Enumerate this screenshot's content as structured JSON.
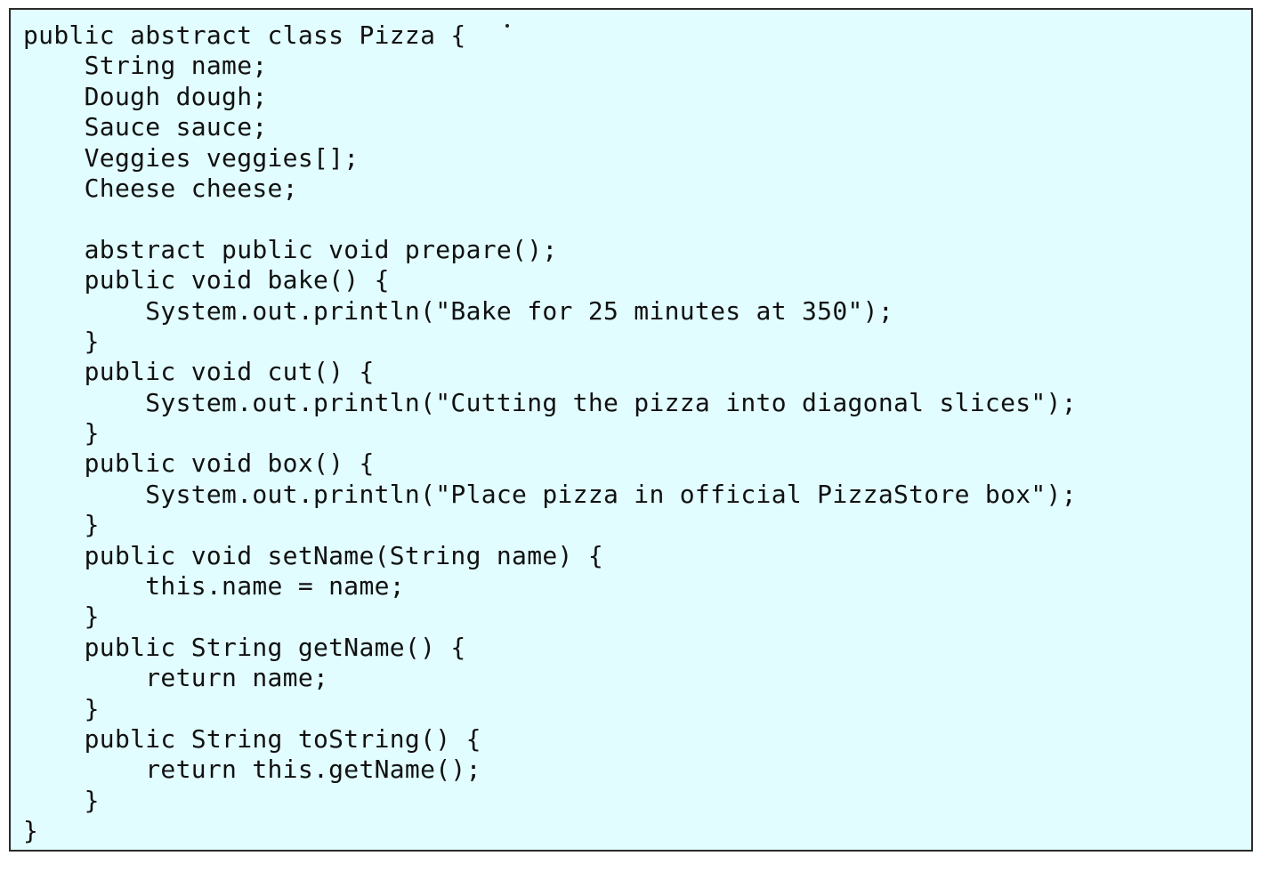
{
  "code": {
    "language": "java",
    "lines": [
      "public abstract class Pizza {",
      "    String name;",
      "    Dough dough;",
      "    Sauce sauce;",
      "    Veggies veggies[];",
      "    Cheese cheese;",
      "",
      "    abstract public void prepare();",
      "    public void bake() {",
      "        System.out.println(\"Bake for 25 minutes at 350\");",
      "    }",
      "    public void cut() {",
      "        System.out.println(\"Cutting the pizza into diagonal slices\");",
      "    }",
      "    public void box() {",
      "        System.out.println(\"Place pizza in official PizzaStore box\");",
      "    }",
      "    public void setName(String name) {",
      "        this.name = name;",
      "    }",
      "    public String getName() {",
      "        return name;",
      "    }",
      "    public String toString() {",
      "        return this.getName();",
      "    }",
      "}"
    ]
  },
  "colors": {
    "panel_background": "#e2fdff",
    "border": "#2b2b2b",
    "text": "#111111"
  }
}
